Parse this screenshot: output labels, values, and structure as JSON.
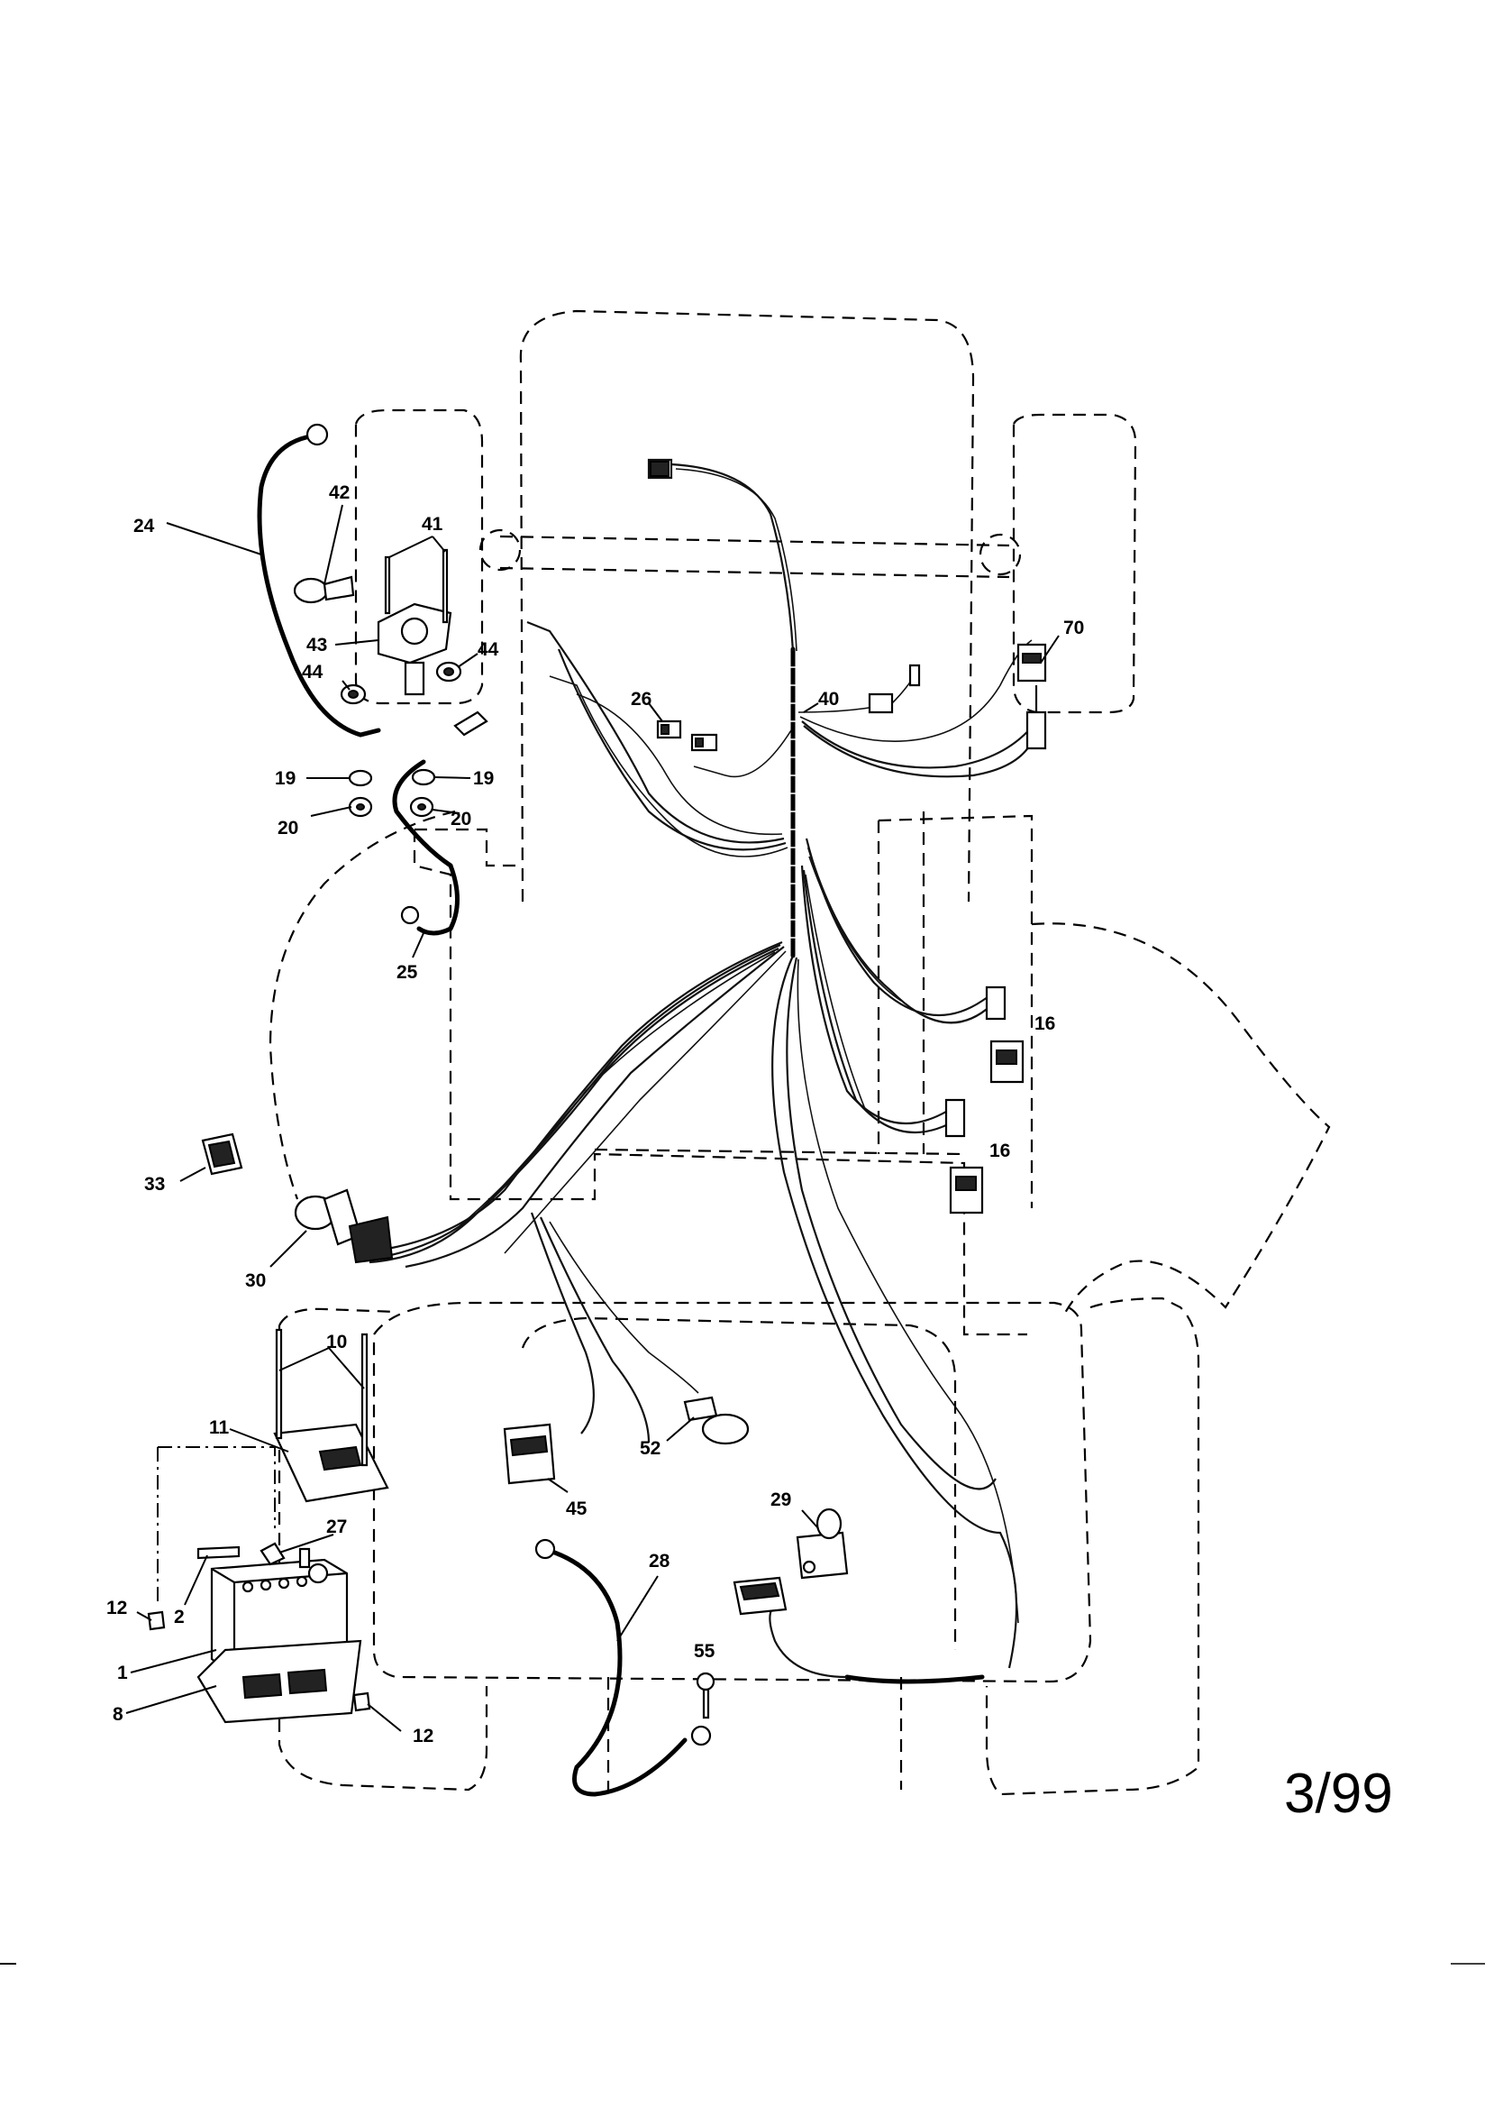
{
  "callouts": {
    "c1": "1",
    "c2": "2",
    "c8": "8",
    "c10": "10",
    "c11": "11",
    "c12a": "12",
    "c12b": "12",
    "c16a": "16",
    "c16b": "16",
    "c19a": "19",
    "c19b": "19",
    "c20a": "20",
    "c20b": "20",
    "c24": "24",
    "c25": "25",
    "c26": "26",
    "c27": "27",
    "c28": "28",
    "c29": "29",
    "c30": "30",
    "c33": "33",
    "c40": "40",
    "c41": "41",
    "c42": "42",
    "c43": "43",
    "c44a": "44",
    "c44b": "44",
    "c45": "45",
    "c52": "52",
    "c55": "55",
    "c70": "70"
  },
  "page_code": "3/99"
}
